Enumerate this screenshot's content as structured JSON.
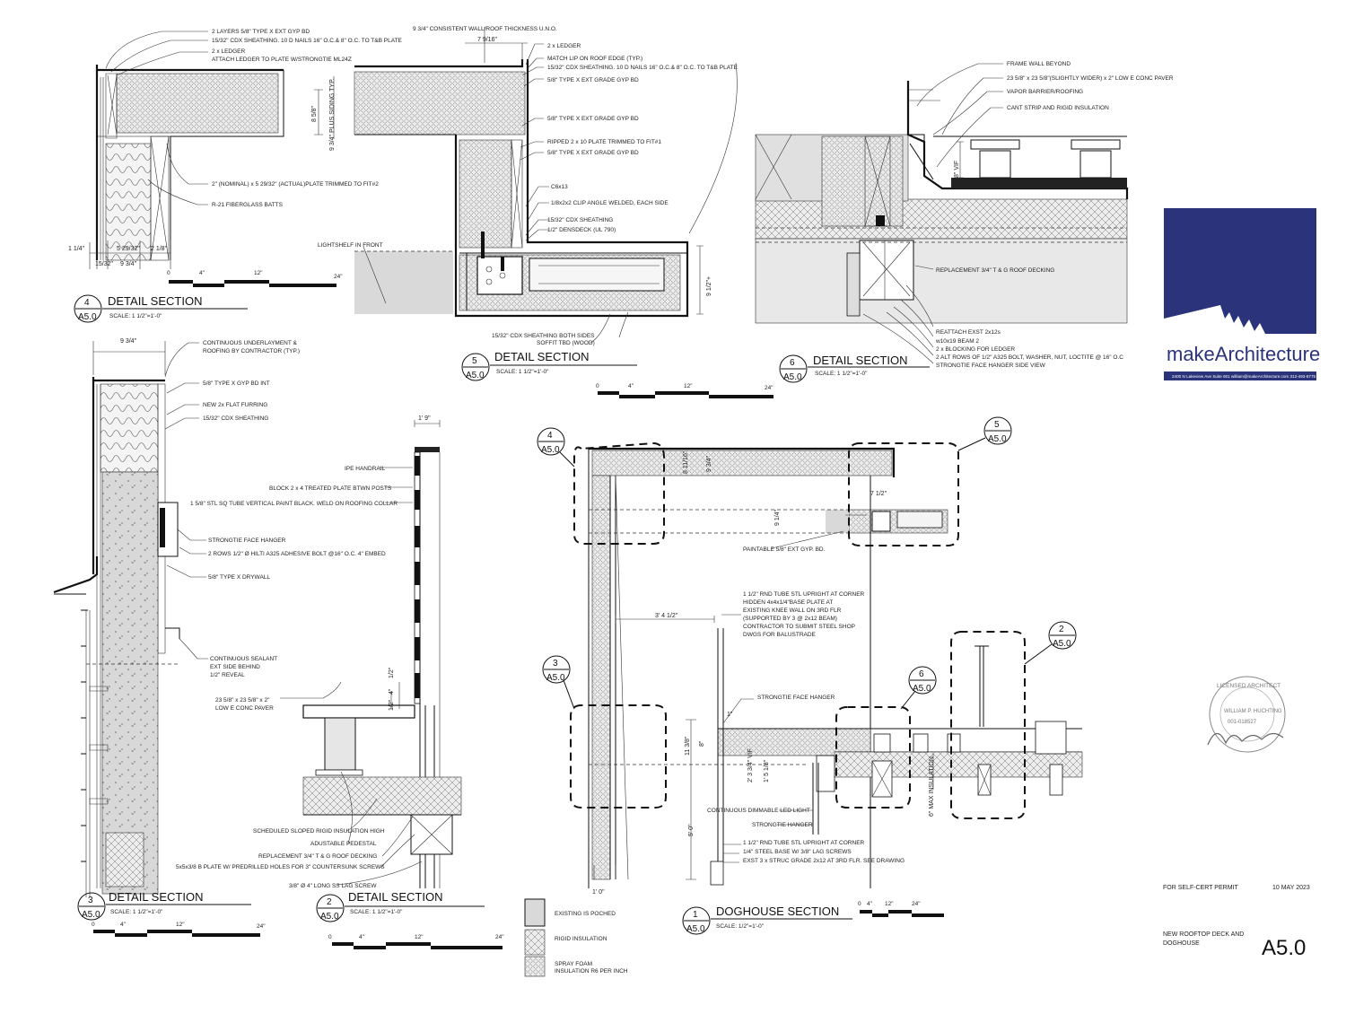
{
  "colors": {
    "brand": "#2b347a",
    "ink": "#111111",
    "poche": "#d9d9d9",
    "foam": "#ececec"
  },
  "logo": {
    "wordmark": "makeArchitecture",
    "address": "2400 N Lakeview Ave Suite 601  william@makeArchitecture.com 312-493-6775"
  },
  "stamp": {
    "ring": "LICENSED ARCHITECT",
    "name": "WILLIAM P. HUCHTING",
    "number": "001-018527"
  },
  "titleblock": {
    "permit": "FOR SELF-CERT PERMIT",
    "date": "10 MAY 2023",
    "project_line1": "NEW ROOFTOP DECK AND",
    "project_line2": "DOGHOUSE",
    "sheet": "A5.0"
  },
  "scalebar": {
    "t0": "0",
    "t4": "4\"",
    "t12": "12\"",
    "t24": "24\""
  },
  "details": {
    "d4": {
      "num": "4",
      "sheet": "A5.0",
      "title": "DETAIL SECTION",
      "scale": "SCALE: 1 1/2\"=1'-0\"",
      "notes": [
        "2 LAYERS 5/8\" TYPE X EXT GYP BD",
        "15/32\" CDX SHEATHING. 10 D NAILS 16\" O.C.& 8\" O.C. TO T&B PLATE",
        "2 x LEDGER",
        "ATTACH LEDGER TO PLATE W/STRONGTIE ML24Z",
        "2\" (NOMINAL) x 5 29/32\" (ACTUAL)PLATE TRIMMED TO FIT#2",
        "R-21 FIBERGLASS BATTS"
      ],
      "dims": [
        "8 5/8\"",
        "9 3/4\" PLUS SIDING TYP.",
        "1 1/4\"",
        "5 29/32\"",
        "2 1/8\"",
        "15/32\"",
        "9 3/4\""
      ]
    },
    "d5": {
      "num": "5",
      "sheet": "A5.0",
      "title": "DETAIL SECTION",
      "scale": "SCALE: 1 1/2\"=1'-0\"",
      "notes": [
        "9 3/4\" CONSISTENT WALL/ROOF THICKNESS U.N.O.",
        "2 x LEDGER",
        "MATCH LIP ON ROOF EDGE (TYP.)",
        "15/32\" CDX SHEATHING. 10 D NAILS 16\" O.C.& 8\" O.C. TO T&B PLATE",
        "5/8\" TYPE X EXT GRADE GYP BD",
        "5/8\" TYPE X EXT GRADE GYP BD",
        "RIPPED 2 x 10 PLATE TRIMMED TO FIT#1",
        "5/8\" TYPE X EXT GRADE GYP BD",
        "C6x13",
        "1/8x2x2 CLIP ANGLE WELDED, EACH SIDE",
        "15/32\" CDX SHEATHING",
        "1/2\" DENSDECK (UL 790)",
        "LIGHTSHELF IN FRONT",
        "15/32\" CDX SHEATHING BOTH SIDES",
        "SOFFIT TBD (WOOD)"
      ],
      "dims": [
        "7 9/16\"",
        "9 1/2\"+"
      ]
    },
    "d6": {
      "num": "6",
      "sheet": "A5.0",
      "title": "DETAIL SECTION",
      "scale": "SCALE: 1 1/2\"=1'-0\"",
      "notes": [
        "FRAME WALL BEYOND",
        "23 5/8\" x 23 5/8\"(SLIGHTLY WIDER) x 2\" LOW E CONC PAVER",
        "VAPOR BARRIER/ROOFING",
        "CANT STRIP AND RIGID INSULATION",
        "REPLACEMENT 3/4\" T & G ROOF DECKING",
        "REATTACH EXST 2x12s",
        "w10x19 BEAM 2",
        "2 x BLOCKING FOR LEDGER",
        "2 ALT ROWS OF 1/2\" A325 BOLT, WASHER, NUT, LOCTITE @ 16\" O.C",
        "STRONGTIE FACE HANGER SIDE VIEW"
      ],
      "dims": [
        "8\" VIF"
      ]
    },
    "d3": {
      "num": "3",
      "sheet": "A5.0",
      "title": "DETAIL SECTION",
      "scale": "SCALE: 1 1/2\"=1'-0\"",
      "notes": [
        "CONTINUOUS UNDERLAYMENT &",
        "ROOFING BY CONTRACTOR (TYP.)",
        "5/8\" TYPE X GYP BD INT",
        "NEW 2x FLAT FURRING",
        "15/32\" CDX SHEATHING",
        "STRONGTIE FACE HANGER",
        "2 ROWS 1/2\" Ø HILTI A325 ADHESIVE BOLT @16\" O.C. 4\" EMBED",
        "5/8\" TYPE X DRYWALL",
        "CONTINUOUS SEALANT",
        "EXT SIDE BEHIND",
        "1/2\" REVEAL"
      ],
      "dims": [
        "9 3/4\""
      ]
    },
    "d2": {
      "num": "2",
      "sheet": "A5.0",
      "title": "DETAIL SECTION",
      "scale": "SCALE: 1 1/2\"=1'-0\"",
      "notes": [
        "IPE HANDRAIL",
        "BLOCK 2 x 4 TREATED PLATE BTWN POSTS",
        "1 5/8\" STL SQ TUBE VERTICAL PAINT BLACK. WELD ON ROOFING COLLAR",
        "23 5/8\" x 23 5/8\" x 2\"",
        "LOW E CONC PAVER",
        "SCHEDULED SLOPED RIGID INSULATION HIGH",
        "ADUSTABLE PEDESTAL",
        "REPLACEMENT 3/4\" T & G ROOF DECKING",
        "5x5x3/8 B PLATE W/ PREDRILLED HOLES FOR 3\" COUNTERSUNK SCREWS",
        "3/8\" Ø 4\" LONG SS LAG SCREW"
      ],
      "dims": [
        "1' 9\"",
        "1/2\"",
        "4\"",
        "1/2\""
      ]
    },
    "d1": {
      "num": "1",
      "sheet": "A5.0",
      "title": "DOGHOUSE SECTION",
      "scale": "SCALE: 1/2\"=1'-0\"",
      "notes": [
        "PAINTABLE 5/8\" EXT GYP. BD.",
        "1 1/2\" RND TUBE STL UPRIGHT AT CORNER",
        "HIDDEN 4x4x1/4\"BASE PLATE AT",
        "EXISTING KNEE WALL ON 3RD FLR",
        "(SUPPORTED BY 3 @ 2x12 BEAM)",
        "CONTRACTOR TO SUBMIT STEEL SHOP",
        "DWGS FOR BALUSTRADE",
        "STRONGTIE FACE HANGER",
        "CONTINUOUS DIMMABLE LED LIGHT",
        "STRONGTIE HANGER",
        "1 1/2\" RND TUBE STL UPRIGHT AT CORNER",
        "1/4\" STEEL BASE W/ 3/8\" LAG SCREWS",
        "EXST 3 x STRUC GRADE 2x12 AT 3RD FLR. SEE DRAWING"
      ],
      "dims": [
        "8 11/16\"",
        "9 3/4\"",
        "7 1/2\"",
        "9 1/4\"",
        "3' 4 1/2\"",
        "1\"",
        "11 3/8\"",
        "8\"",
        "2' 3 3/4\" VIF",
        "1' 5 1/8\"",
        "5' 0\"",
        "1' 0\"",
        "6\" MAX INSULATION"
      ]
    }
  },
  "callouts": [
    {
      "num": "4",
      "sheet": "A5.0"
    },
    {
      "num": "5",
      "sheet": "A5.0"
    },
    {
      "num": "3",
      "sheet": "A5.0"
    },
    {
      "num": "6",
      "sheet": "A5.0"
    },
    {
      "num": "2",
      "sheet": "A5.0"
    }
  ],
  "legend": [
    {
      "label": "EXISTING IS POCHED"
    },
    {
      "label": "RIGID INSULATION"
    },
    {
      "label": "SPRAY FOAM",
      "label2": "INSULATION R6 PER INCH"
    }
  ]
}
